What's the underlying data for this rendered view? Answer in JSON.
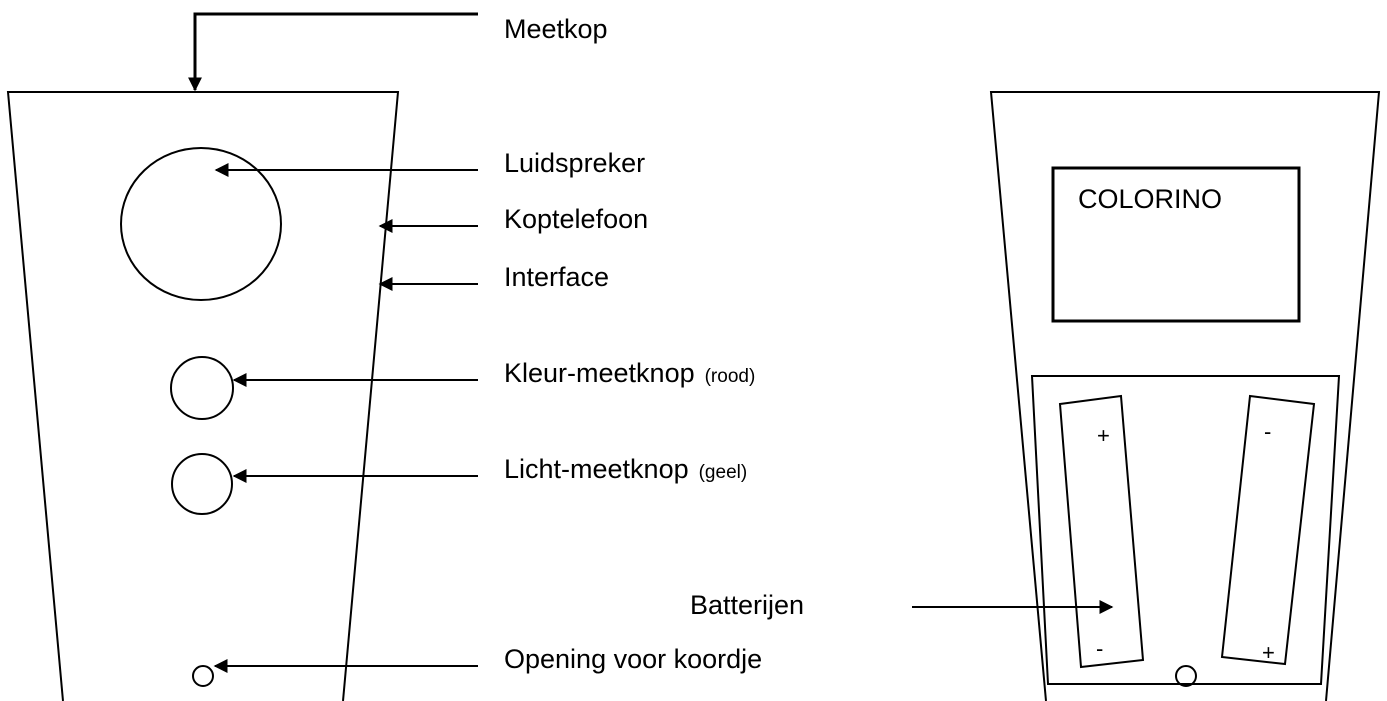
{
  "labels": {
    "meetkop": "Meetkop",
    "luidspreker": "Luidspreker",
    "koptelefoon": "Koptelefoon",
    "interface": "Interface",
    "kleur": "Kleur-meetknop",
    "kleur_note": "(rood)",
    "licht": "Licht-meetknop",
    "licht_note": "(geel)",
    "opening": "Opening voor koordje",
    "batterijen": "Batterijen"
  },
  "display_text": "COLORINO",
  "battery_symbols": {
    "left_top": "+",
    "left_bottom": "-",
    "right_top": "-",
    "right_bottom": "+"
  }
}
